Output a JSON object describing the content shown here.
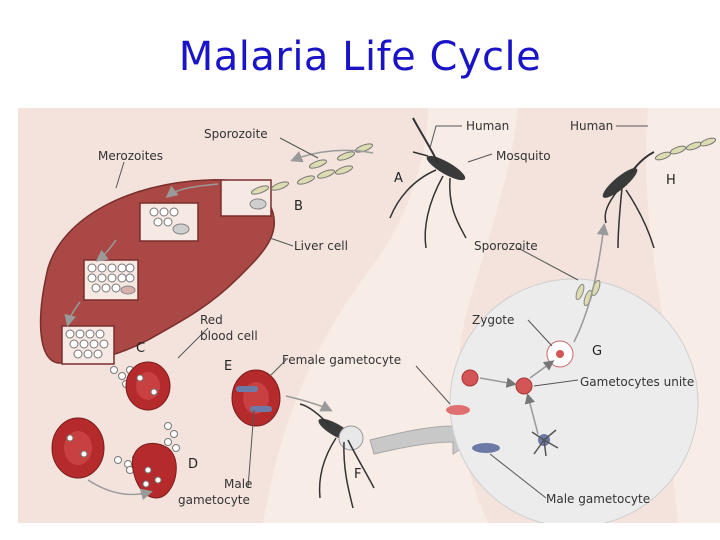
{
  "page": {
    "title": "Malaria Life Cycle"
  },
  "diagram": {
    "labels": {
      "sporozoite_top": "Sporozoite",
      "merozoites": "Merozoites",
      "human_left": "Human",
      "human_right": "Human",
      "mosquito": "Mosquito",
      "liver_cell": "Liver cell",
      "sporozoite_right": "Sporozoite",
      "red_blood_cell_1": "Red",
      "red_blood_cell_2": "blood cell",
      "zygote": "Zygote",
      "female_gametocyte": "Female gametocyte",
      "gametocytes_unite": "Gametocytes unite",
      "male_gametocyte_left_1": "Male",
      "male_gametocyte_left_2": "gametocyte",
      "male_gametocyte_right": "Male gametocyte"
    },
    "stages": [
      "A",
      "B",
      "C",
      "D",
      "E",
      "F",
      "G",
      "H"
    ],
    "colors": {
      "background": "#f3e3dc",
      "skin": "#f8ece6",
      "liver": "#a94845",
      "rbc": "#b52a2a",
      "circle": "#ececec",
      "title": "#1a14c8"
    }
  }
}
